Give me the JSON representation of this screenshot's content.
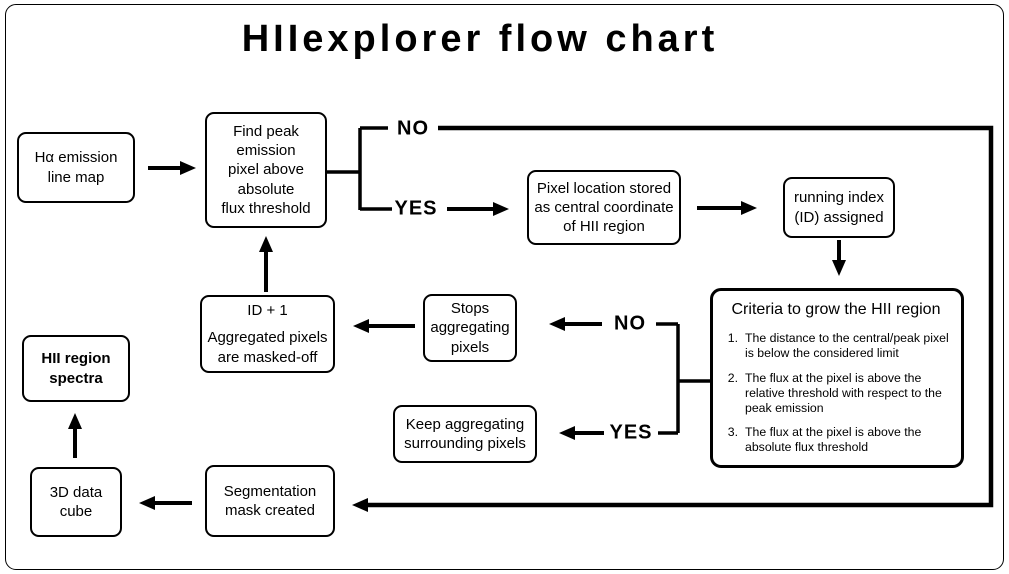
{
  "title": "HIIexplorer flow chart",
  "colors": {
    "ink": "#000000",
    "background": "#ffffff"
  },
  "nodes": {
    "ha": {
      "label": "Hα emission\nline map"
    },
    "find_peak": {
      "label": "Find peak\nemission\npixel above\nabsolute\nflux threshold"
    },
    "pixel_location": {
      "label": "Pixel location stored\nas central coordinate\nof HII region"
    },
    "running_index": {
      "label": "running index\n(ID) assigned"
    },
    "stops": {
      "label": "Stops\naggregating\npixels"
    },
    "keep": {
      "label": "Keep aggregating\nsurrounding pixels"
    },
    "id_plus": {
      "line1": "ID + 1",
      "line2": "Aggregated pixels\nare masked-off"
    },
    "hii_spectra": {
      "label": "HII region\nspectra"
    },
    "cube": {
      "label": "3D data\ncube"
    },
    "segmentation": {
      "label": "Segmentation\nmask created"
    }
  },
  "criteria": {
    "title": "Criteria to grow the HII region",
    "items": [
      {
        "num": "1.",
        "text": "The distance to the central/peak pixel is below the considered limit"
      },
      {
        "num": "2.",
        "text": "The flux at the pixel is above the relative threshold with respect to the peak emission"
      },
      {
        "num": "3.",
        "text": "The flux at the pixel is above the absolute flux threshold"
      }
    ]
  },
  "branch_labels": {
    "peak_no": "NO",
    "peak_yes": "YES",
    "criteria_no": "NO",
    "criteria_yes": "YES"
  }
}
